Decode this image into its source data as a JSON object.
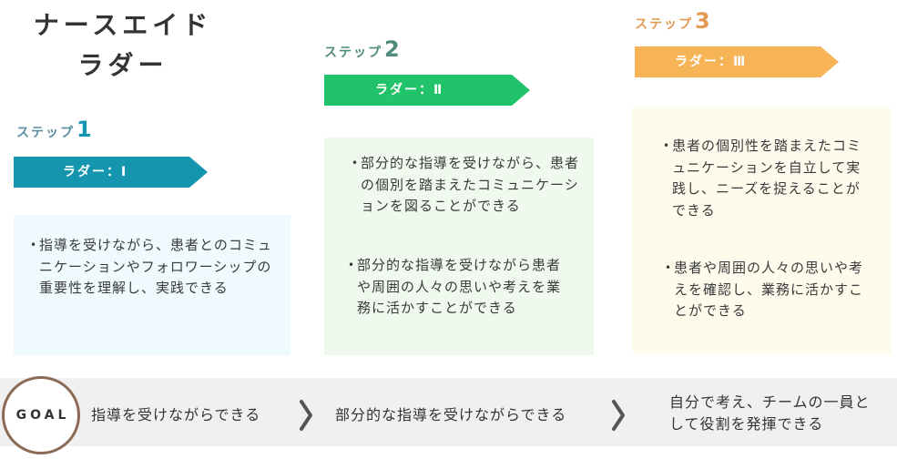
{
  "title": {
    "line1": "ナースエイド",
    "line2": "ラダー"
  },
  "colors": {
    "step1": "#1596ae",
    "step2": "#21c36a",
    "step3": "#f6b457",
    "box1": "#eefafd",
    "box2": "#eff9ee",
    "box3": "#fefbed",
    "step1_label": "#5b8fa0",
    "step2_label": "#4f8a7c",
    "step3_label": "#e29a52"
  },
  "steps": [
    {
      "label": "ステップ",
      "number": "1",
      "ladder": "ラダー：Ⅰ",
      "bullets": [
        "指導を受けながら、患者とのコミュニケーションやフォロワーシップの重要性を理解し、実践できる"
      ]
    },
    {
      "label": "ステップ",
      "number": "2",
      "ladder": "ラダー：Ⅱ",
      "bullets": [
        "部分的な指導を受けながら、患者の個別を踏まえたコミュニケーションを図ることができる",
        "部分的な指導を受けながら患者や周囲の人々の思いや考えを業務に活かすことができる"
      ]
    },
    {
      "label": "ステップ",
      "number": "3",
      "ladder": "ラダー：Ⅲ",
      "bullets": [
        "患者の個別性を踏まえたコミュニケーションを自立して実践し、ニーズを捉えることができる",
        "患者や周囲の人々の思いや考えを確認し、業務に活かすことができる"
      ]
    }
  ],
  "goal": {
    "label": "GOAL",
    "items": [
      "指導を受けながらできる",
      "部分的な指導を受けながらできる",
      "自分で考え、チームの一員として役割を発揮できる"
    ]
  }
}
